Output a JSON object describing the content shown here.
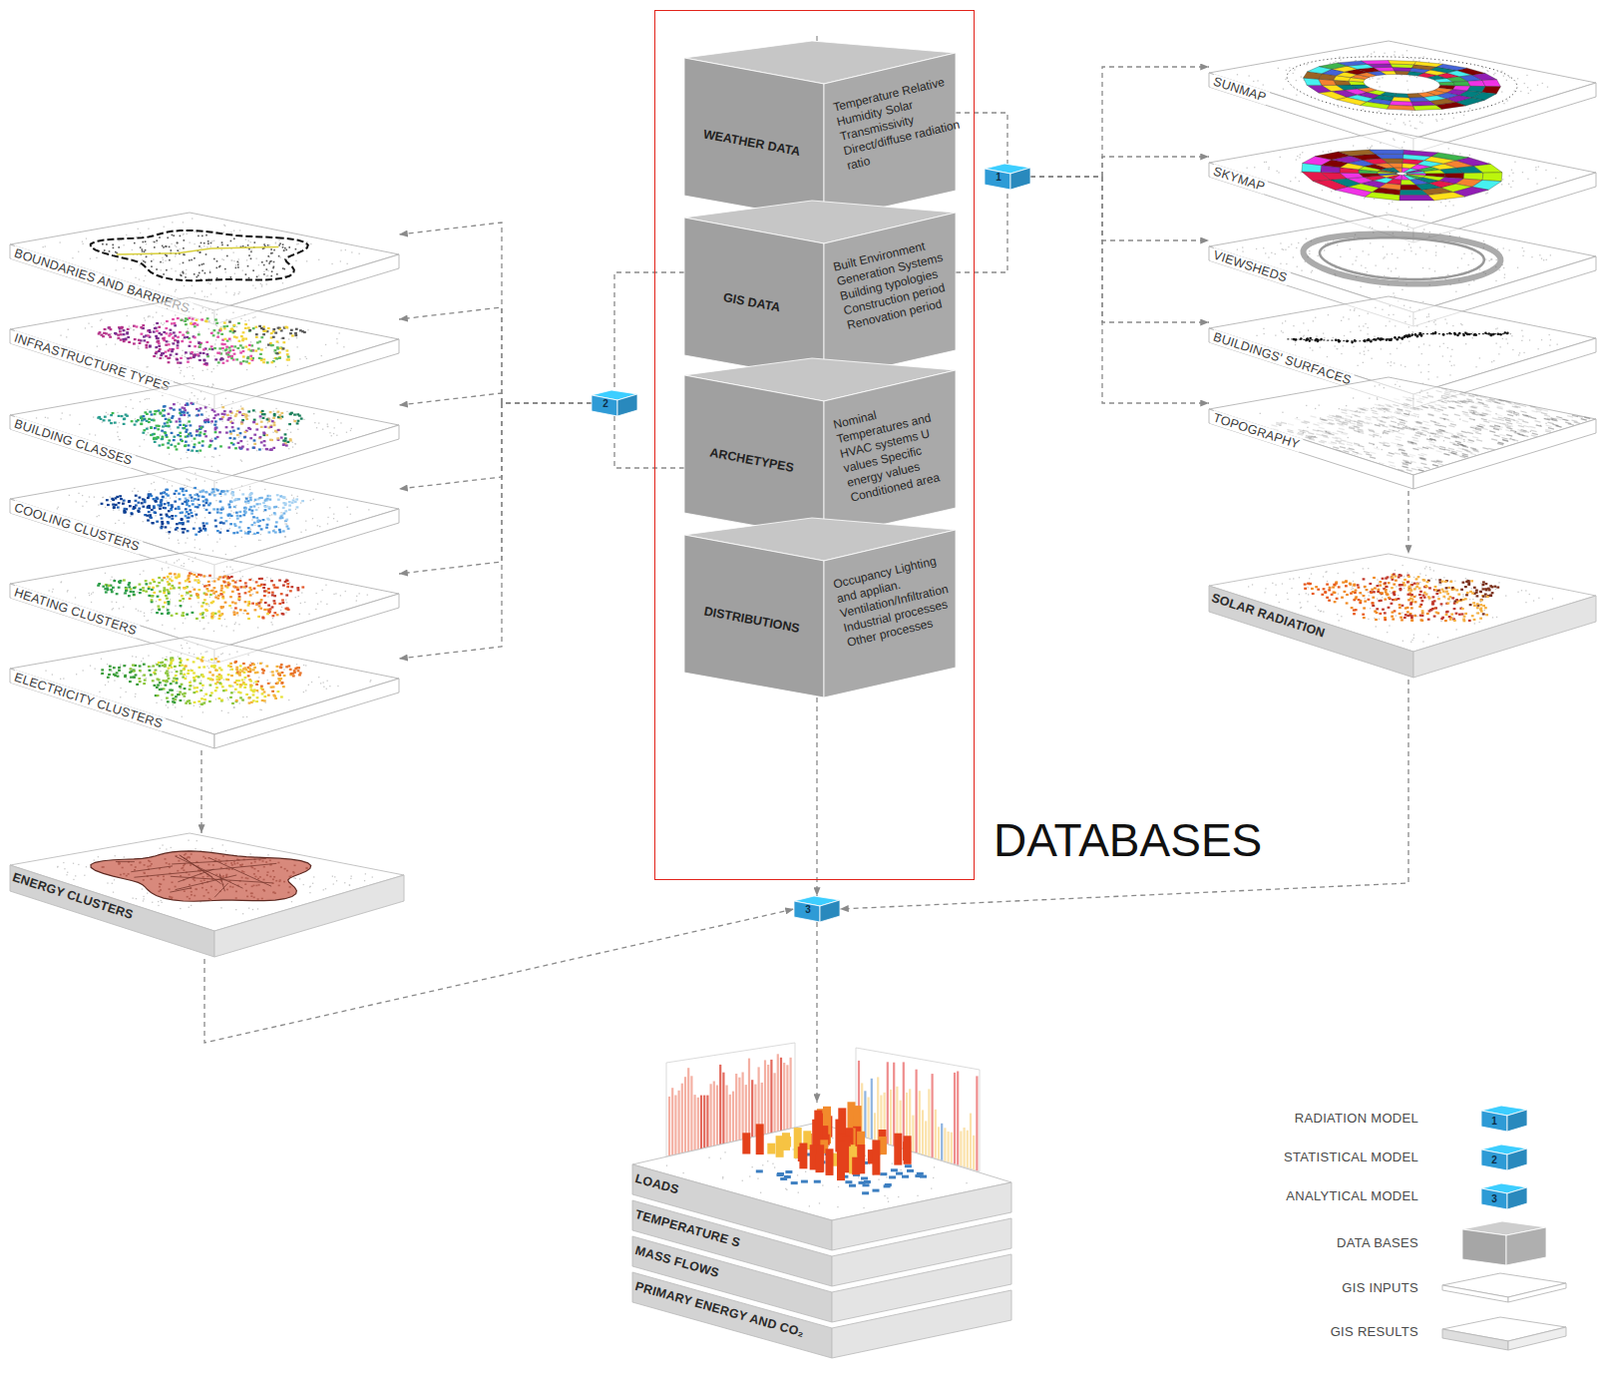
{
  "diagram": {
    "nodes": [
      {
        "text": [
          "DATABASES"
        ]
      },
      {
        "text": [
          "WEATHER DATA",
          "Temperature Relative Humidity Solar Transmissivity Direct/diffuse radiation ratio"
        ],
        "in": 0
      },
      {
        "text": [
          "GIS DATA",
          "Built Environment Generation Systems Building typologies Construction period Renovation period"
        ],
        "in": 0
      },
      {
        "text": [
          "ARCHETYPES",
          "Nominal Temperatures and HVAC systems U values Specific energy values Conditioned area"
        ],
        "in": 0
      },
      {
        "text": [
          "DISTRIBUTIONS",
          "Occupancy Lighting and applian. Ventilation/Infiltration Industrial processes Other processes"
        ],
        "in": 0
      },
      {
        "text": [
          "1"
        ]
      },
      {
        "text": [
          "SUNMAP"
        ]
      },
      {
        "text": [
          "SKYMAP"
        ]
      },
      {
        "text": [
          "VIEWSHEDS"
        ]
      },
      {
        "text": [
          "BUILDINGS' SURFACES"
        ]
      },
      {
        "text": [
          "TOPOGRAPHY"
        ]
      },
      {
        "text": [
          "SOLAR RADIATION"
        ]
      },
      {
        "text": [
          "2"
        ]
      },
      {
        "text": [
          "BOUNDARIES AND BARRIERS"
        ]
      },
      {
        "text": [
          "INFRASTRUCTURE TYPES"
        ]
      },
      {
        "text": [
          "BUILDING CLASSES"
        ]
      },
      {
        "text": [
          "COOLING CLUSTERS"
        ]
      },
      {
        "text": [
          "HEATING CLUSTERS"
        ]
      },
      {
        "text": [
          "ELECTRICITY CLUSTERS"
        ]
      },
      {
        "text": [
          "ENERGY CLUSTERS"
        ]
      },
      {
        "text": [
          "3"
        ]
      },
      {
        "text": [
          "LOADS"
        ]
      },
      {
        "text": [
          "TEMPERATURE S"
        ]
      },
      {
        "text": [
          "MASS FLOWS"
        ]
      },
      {
        "text": [
          "PRIMARY ENERGY AND CO₂"
        ]
      }
    ],
    "edges": [
      {
        "from": 1,
        "to": 5,
        "arrow": "none"
      },
      {
        "from": 2,
        "to": 5,
        "arrow": "none"
      },
      {
        "from": 5,
        "to": 6,
        "arrow": "to"
      },
      {
        "from": 5,
        "to": 7,
        "arrow": "to"
      },
      {
        "from": 5,
        "to": 8,
        "arrow": "to"
      },
      {
        "from": 5,
        "to": 9,
        "arrow": "to"
      },
      {
        "from": 5,
        "to": 10,
        "arrow": "to"
      },
      {
        "from": 10,
        "to": 11,
        "arrow": "to"
      },
      {
        "from": 11,
        "to": 20,
        "arrow": "to"
      },
      {
        "from": 2,
        "to": 12,
        "arrow": "none"
      },
      {
        "from": 3,
        "to": 12,
        "arrow": "none"
      },
      {
        "from": 12,
        "to": 13,
        "arrow": "to"
      },
      {
        "from": 12,
        "to": 14,
        "arrow": "to"
      },
      {
        "from": 12,
        "to": 15,
        "arrow": "to"
      },
      {
        "from": 12,
        "to": 16,
        "arrow": "to"
      },
      {
        "from": 12,
        "to": 17,
        "arrow": "to"
      },
      {
        "from": 12,
        "to": 18,
        "arrow": "to"
      },
      {
        "from": 18,
        "to": 19,
        "arrow": "to"
      },
      {
        "from": 19,
        "to": 20,
        "arrow": "to"
      },
      {
        "from": 4,
        "to": 20,
        "arrow": "to"
      },
      {
        "from": 20,
        "to": 21,
        "arrow": "to"
      }
    ],
    "labels": [
      "1",
      "2",
      "3"
    ],
    "legend": [
      {
        "text": "RADIATION MODEL",
        "color": "#2e9bd6"
      },
      {
        "text": "STATISTICAL MODEL",
        "color": "#2e9bd6"
      },
      {
        "text": "ANALYTICAL MODEL",
        "color": "#2e9bd6"
      },
      {
        "text": "DATA BASES",
        "color": "#a6a6a6"
      },
      {
        "text": "GIS INPUTS"
      },
      {
        "text": "GIS RESULTS",
        "color": "#dedede"
      }
    ]
  }
}
